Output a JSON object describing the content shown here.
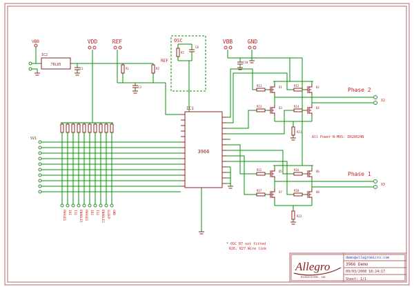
{
  "power": {
    "vbb_left": "VBB",
    "vdd": "VDD",
    "ref": "REF",
    "osc": "OSC",
    "ref_inner": "REF",
    "vbb": "VBB",
    "gnd": "GND"
  },
  "phases": {
    "phase2": "Phase 2",
    "phase1": "Phase 1",
    "x2": "X2",
    "x3": "X3"
  },
  "notes": {
    "nmos": "All Power N-MOS: IRLR024N",
    "osc1": "* OSC R7 not fitted",
    "osc2": "R26, R27 Wire link"
  },
  "ic": {
    "ref": "IC1",
    "value": "3966"
  },
  "regulator": {
    "ref": "IC2",
    "value": "78L05"
  },
  "connector": {
    "ref": "SV1"
  },
  "components": {
    "r_divider": [
      "R1",
      "R2"
    ],
    "caps": [
      "C1",
      "C3",
      "C8",
      "C10"
    ],
    "osc_r": "R7",
    "sense": [
      "R21",
      "R22"
    ],
    "gate_resistors": [
      "R11",
      "R12",
      "R13",
      "R14",
      "R15",
      "R16",
      "R17",
      "R18"
    ],
    "mosfets": [
      "Q1",
      "Q2",
      "Q3",
      "Q4",
      "Q5",
      "Q6",
      "Q7",
      "Q8"
    ]
  },
  "bottom_labels": [
    "PHASE1",
    "I01",
    "I11",
    "ENABLE1",
    "PHASE2",
    "I02",
    "I12",
    "ENABLE2",
    "SLEEP",
    "GND"
  ],
  "title_block": {
    "brand": "Allegro",
    "brand_sub": "MICROSYSTEMS, INC.",
    "email": "demo@allegromicro.com",
    "project": "3966 Demo",
    "datetime": "09/03/2008 18:24:17",
    "sheet": "Sheet: 1/1"
  }
}
